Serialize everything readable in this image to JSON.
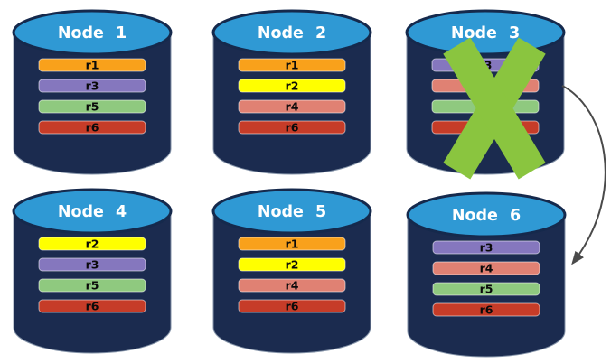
{
  "diagram": {
    "description": "Distributed database nodes with replicated records; failed node replicated to another node",
    "nodes": [
      {
        "label": "Node 1",
        "failed": false,
        "records": [
          {
            "label": "r1",
            "color": "#F9A11B"
          },
          {
            "label": "r3",
            "color": "#8577BE"
          },
          {
            "label": "r5",
            "color": "#8FC97F"
          },
          {
            "label": "r6",
            "color": "#C63C28"
          }
        ]
      },
      {
        "label": "Node 2",
        "failed": false,
        "records": [
          {
            "label": "r1",
            "color": "#F9A11B"
          },
          {
            "label": "r2",
            "color": "#FFFF00"
          },
          {
            "label": "r4",
            "color": "#E08173"
          },
          {
            "label": "r6",
            "color": "#C63C28"
          }
        ]
      },
      {
        "label": "Node 3",
        "failed": true,
        "records": [
          {
            "label": "r3",
            "color": "#8577BE"
          },
          {
            "label": "r4",
            "color": "#E08173"
          },
          {
            "label": "r5",
            "color": "#8FC97F"
          },
          {
            "label": "r6",
            "color": "#C63C28"
          }
        ]
      },
      {
        "label": "Node 4",
        "failed": false,
        "records": [
          {
            "label": "r2",
            "color": "#FFFF00"
          },
          {
            "label": "r3",
            "color": "#8577BE"
          },
          {
            "label": "r5",
            "color": "#8FC97F"
          },
          {
            "label": "r6",
            "color": "#C63C28"
          }
        ]
      },
      {
        "label": "Node 5",
        "failed": false,
        "records": [
          {
            "label": "r1",
            "color": "#F9A11B"
          },
          {
            "label": "r2",
            "color": "#FFFF00"
          },
          {
            "label": "r4",
            "color": "#E08173"
          },
          {
            "label": "r6",
            "color": "#C63C28"
          }
        ]
      },
      {
        "label": "Node 6",
        "failed": false,
        "records": [
          {
            "label": "r3",
            "color": "#8577BE"
          },
          {
            "label": "r4",
            "color": "#E08173"
          },
          {
            "label": "r5",
            "color": "#8FC97F"
          },
          {
            "label": "r6",
            "color": "#C63C28"
          }
        ]
      }
    ],
    "arrow": {
      "from": "Node 3",
      "to": "Node 6"
    },
    "style": {
      "cylinder_body": "#1B2B4F",
      "cylinder_top": "#2F99D4",
      "cylinder_outline": "#15294C",
      "body_outline": "#8493A8",
      "x_mark": "#8AC53F",
      "arrow": "#4A4A4A",
      "title_text": "#FFFFFF",
      "record_text": "#0A0A0A",
      "record_border": "#FFFFFF"
    }
  }
}
